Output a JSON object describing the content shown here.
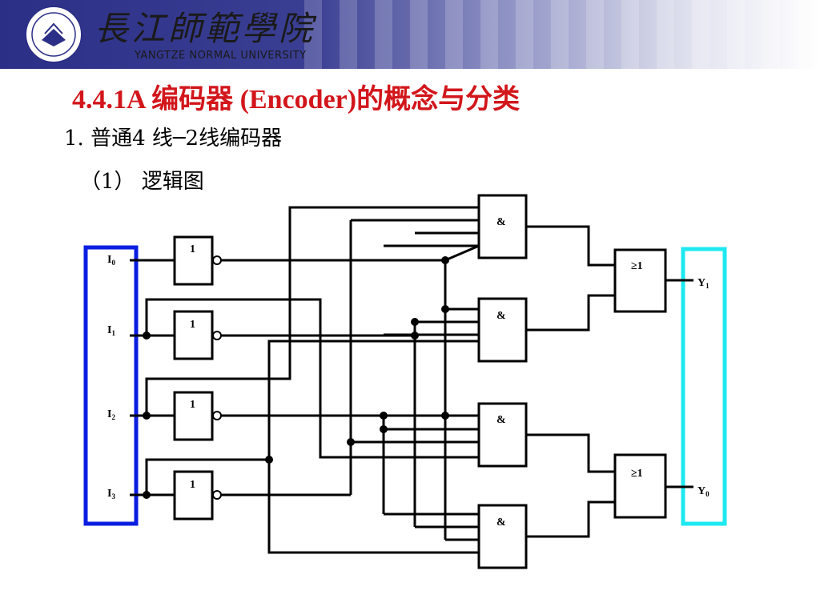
{
  "header": {
    "university_cn": "長江師範學院",
    "university_en": "YANGTZE NORMAL UNIVERSITY"
  },
  "title": "4.4.1A 编码器 (Encoder)的概念与分类",
  "subtitle": "1. 普通4 线─2线编码器",
  "subsubtitle": "（1） 逻辑图",
  "diagram": {
    "inputs": [
      "I0",
      "I1",
      "I2",
      "I3"
    ],
    "outputs": [
      "Y1",
      "Y0"
    ],
    "not_gate_label": "1",
    "and_gate_label": "&",
    "or_gate_label": "≥1",
    "colors": {
      "input_box": "#0a1ee0",
      "output_box": "#1ee8f0",
      "title": "#d2161b"
    }
  }
}
